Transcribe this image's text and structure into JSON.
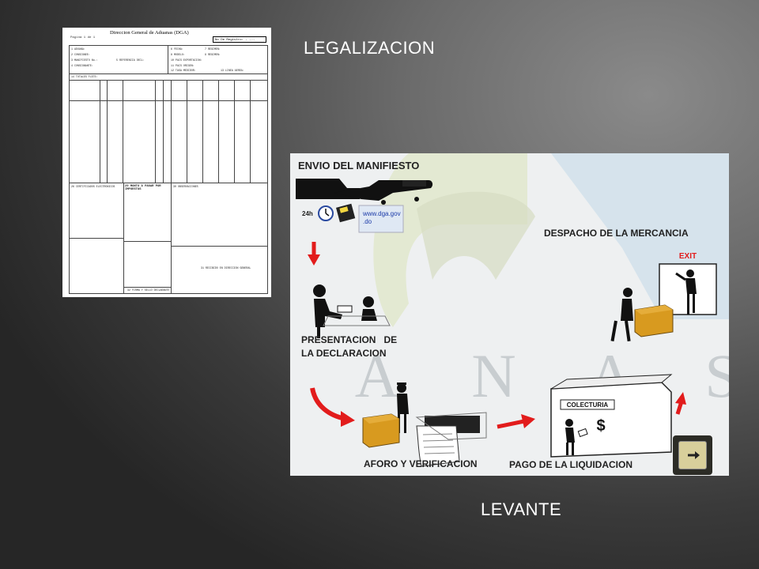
{
  "slide": {
    "title_top": "LEGALIZACION",
    "title_bottom": "LEVANTE"
  },
  "document": {
    "title": "Direccion General de Aduanas (DGA)",
    "page": "Pagina 1 de 1",
    "registry": "No De Registro: - ---",
    "fields_left": [
      "1 ADUANA:",
      "2 CONSIGNEE:",
      "3 MANIFIESTO No.:",
      "4 CONSIGNANTE:"
    ],
    "fields_right": [
      "6 FECHA:",
      "8 MODELO:",
      "10 PAIS EXPORTACION:",
      "11 PAIS ORIGEN:",
      "12 TASA MEDIDOR:"
    ],
    "ref": "5 REFERENCIA DECL:",
    "fields_right2": [
      "7 REGIMEN:",
      "9 REGIMEN:",
      "13 LINEA AEREA:"
    ],
    "totals": "14 TOTALES FLETE:",
    "bottom_left": "26 CERTIFICADOS ELECTRONICOS",
    "tax_box": "29 MONTO A PAGAR POR IMPUESTOS",
    "bottom_right": "30 OBSERVACIONES",
    "received": "31 RECIBIDO EN DIRECCION GENERAL",
    "sign_label": "32 FIRMA Y SELLO DECLARANTE"
  },
  "diagram": {
    "step1": "ENVIO DEL MANIFIESTO",
    "hours": "24h",
    "url_line1": "www.dga.gov",
    "url_line2": ".do",
    "step2_line1": "PRESENTACION   DE",
    "step2_line2": "LA DECLARACION",
    "step3": "AFORO Y VERIFICACION",
    "step4": "PAGO DE LA LIQUIDACION",
    "step5": "DESPACHO DE LA MERCANCIA",
    "exit_sign": "EXIT",
    "building_sign": "COLECTURIA",
    "currency": "$",
    "watermark": "U A N A S",
    "colors": {
      "accent_red": "#e21c1c",
      "box": "#d89a1f",
      "nav_button": "#d8cf9b"
    }
  }
}
